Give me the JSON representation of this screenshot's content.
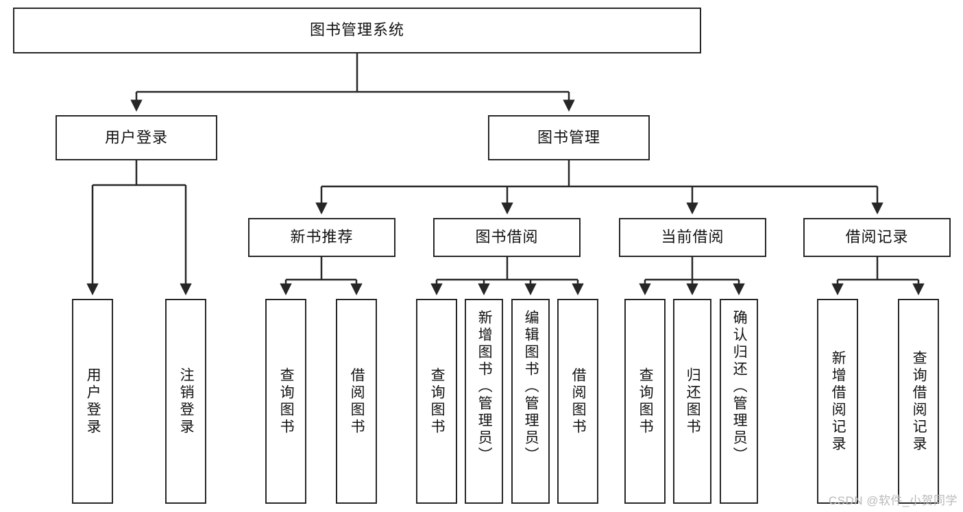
{
  "diagram": {
    "title": "图书管理系统",
    "type": "hierarchy-tree",
    "root": {
      "label": "图书管理系统"
    },
    "level2": [
      {
        "label": "用户登录"
      },
      {
        "label": "图书管理"
      }
    ],
    "level3": [
      {
        "label": "新书推荐",
        "parent": "图书管理"
      },
      {
        "label": "图书借阅",
        "parent": "图书管理"
      },
      {
        "label": "当前借阅",
        "parent": "图书管理"
      },
      {
        "label": "借阅记录",
        "parent": "图书管理"
      }
    ],
    "leaves": [
      {
        "label": "用户登录",
        "parent": "用户登录"
      },
      {
        "label": "注销登录",
        "parent": "用户登录"
      },
      {
        "label": "查询图书",
        "parent": "新书推荐"
      },
      {
        "label": "借阅图书",
        "parent": "新书推荐"
      },
      {
        "label": "查询图书",
        "parent": "图书借阅"
      },
      {
        "label": "新增图书（管理员）",
        "parent": "图书借阅"
      },
      {
        "label": "编辑图书（管理员）",
        "parent": "图书借阅"
      },
      {
        "label": "借阅图书",
        "parent": "图书借阅"
      },
      {
        "label": "查询图书",
        "parent": "当前借阅"
      },
      {
        "label": "归还图书",
        "parent": "当前借阅"
      },
      {
        "label": "确认归还（管理员）",
        "parent": "当前借阅"
      },
      {
        "label": "新增借阅记录",
        "parent": "借阅记录"
      },
      {
        "label": "查询借阅记录",
        "parent": "借阅记录"
      }
    ]
  },
  "watermark": {
    "text": "CSDN @软件_小贺同学"
  },
  "colors": {
    "stroke": "#262626",
    "fill": "#ffffff",
    "watermark": "#b9b9b9"
  }
}
